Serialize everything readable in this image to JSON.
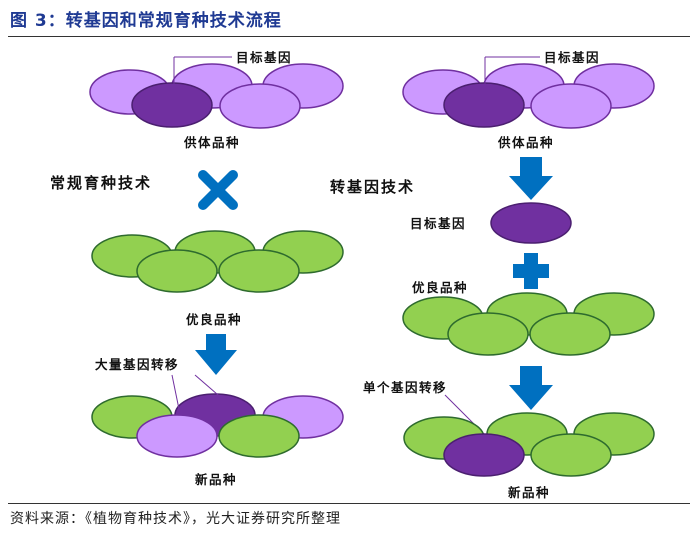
{
  "title": "图 3：转基因和常规育种技术流程",
  "source": "资料来源：《植物育种技术》，光大证券研究所整理",
  "labels": {
    "target_gene_left": "目标基因",
    "donor_left": "供体品种",
    "conventional": "常规育种技术",
    "elite_left": "优良品种",
    "mass_transfer": "大量基因转移",
    "new_left": "新品种",
    "target_gene_right_top": "目标基因",
    "donor_right": "供体品种",
    "transgenic": "转基因技术",
    "target_gene_right_mid": "目标基因",
    "elite_right": "优良品种",
    "single_transfer": "单个基因转移",
    "new_right": "新品种"
  },
  "colors": {
    "title": "#1f3a93",
    "light_purple": "#cc99ff",
    "dark_purple": "#7030a0",
    "green": "#92d050",
    "blue": "#0070c0"
  }
}
